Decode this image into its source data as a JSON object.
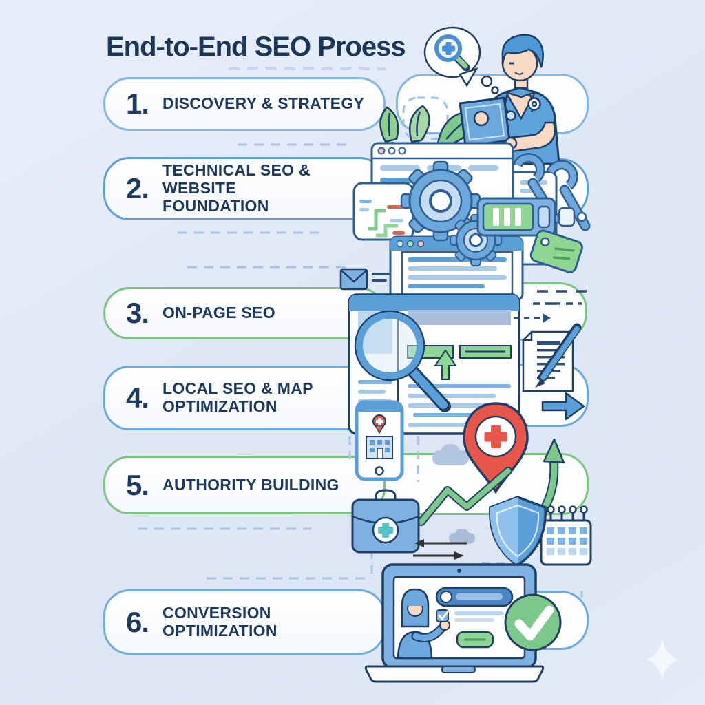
{
  "title": "End-to-End SEO Proess",
  "steps": [
    {
      "number": "1.",
      "lines": [
        "DISCOVERY & STRATEGY"
      ],
      "accent": "#85b6e2"
    },
    {
      "number": "2.",
      "lines": [
        "TECHNICAL SEO & WEBSITE",
        "FOUNDATION"
      ],
      "accent": "#5e9fd6"
    },
    {
      "number": "3.",
      "lines": [
        "ON-PAGE SEO"
      ],
      "accent": "#7cc47f"
    },
    {
      "number": "4.",
      "lines": [
        "LOCAL SEO & MAP",
        "OPTIMIZATION"
      ],
      "accent": "#69a8dc"
    },
    {
      "number": "5.",
      "lines": [
        "AUTHORITY BUILDING"
      ],
      "accent": "#7cc47f"
    },
    {
      "number": "6.",
      "lines": [
        "CONVERSION",
        "OPTIMIZATION"
      ],
      "accent": "#6fabdf"
    }
  ],
  "colors": {
    "background": "#e3ebf7",
    "title_text": "#1c3756",
    "step_text": "#1d3a5e",
    "bar_fill": "#fbfdff",
    "blue_accent": "#5e9fd6",
    "light_blue_accent": "#85b6e2",
    "green_accent": "#7cc47f",
    "icon_navy": "#1f3f66",
    "icon_blue": "#6da8dc",
    "icon_light_blue": "#c6dcf2",
    "green_fill": "#8fd694",
    "red": "#e8564a",
    "skin": "#f7d9c4"
  },
  "icons": [
    "magnifier-medical-cross-icon",
    "doctor-with-tablet-illustration",
    "plant-leaves-icon",
    "browser-window-icon",
    "gear-icon",
    "code-snippet-icon",
    "wrench-icon",
    "page-speed-battery-icon",
    "price-tag-icon",
    "document-icon",
    "envelope-icon",
    "serp-magnifier-browser-icon",
    "document-pen-icon",
    "right-arrow-icon",
    "mobile-local-listing-icon",
    "map-pin-medical-icon",
    "cloud-icon",
    "trend-line-icon",
    "growth-arrow-icon",
    "medical-bag-icon",
    "shield-icon",
    "calendar-icon",
    "exchange-arrows-icon",
    "laptop-consultation-illustration",
    "check-circle-icon",
    "sparkle-icon"
  ]
}
